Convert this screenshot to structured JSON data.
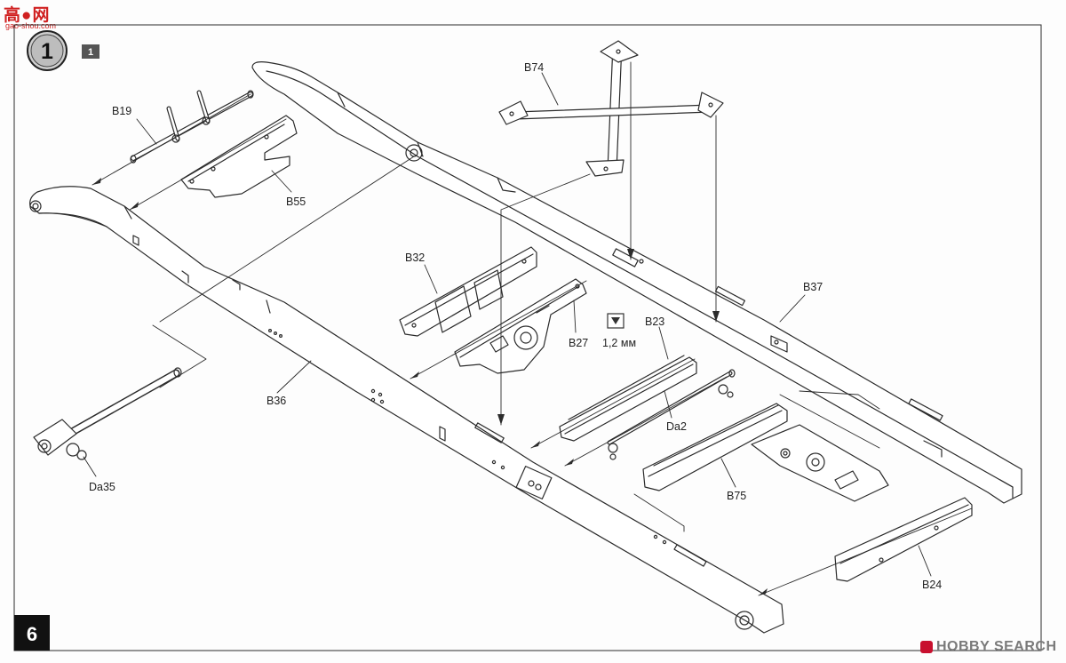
{
  "watermarks": {
    "top_main": "高●网",
    "top_sub": "gao-shou.com",
    "bottom": "HOBBY SEARCH"
  },
  "page": {
    "number": "6",
    "step_number": "1",
    "step_sub_number": "1"
  },
  "parts": {
    "B19": "B19",
    "B55": "B55",
    "B74": "B74",
    "B32": "B32",
    "B37": "B37",
    "B23": "B23",
    "B27": "B27",
    "B36": "B36",
    "Da2": "Da2",
    "Da35": "Da35",
    "B75": "B75",
    "B24": "B24"
  },
  "note": {
    "drill_size": "1,2 мм"
  },
  "colors": {
    "line": "#2b2b2b",
    "step_badge": "#c9c9c9",
    "tab_dark": "#555555",
    "page_badge": "#111111",
    "watermark_red": "#d02020"
  },
  "icons": [
    "drill-icon"
  ]
}
